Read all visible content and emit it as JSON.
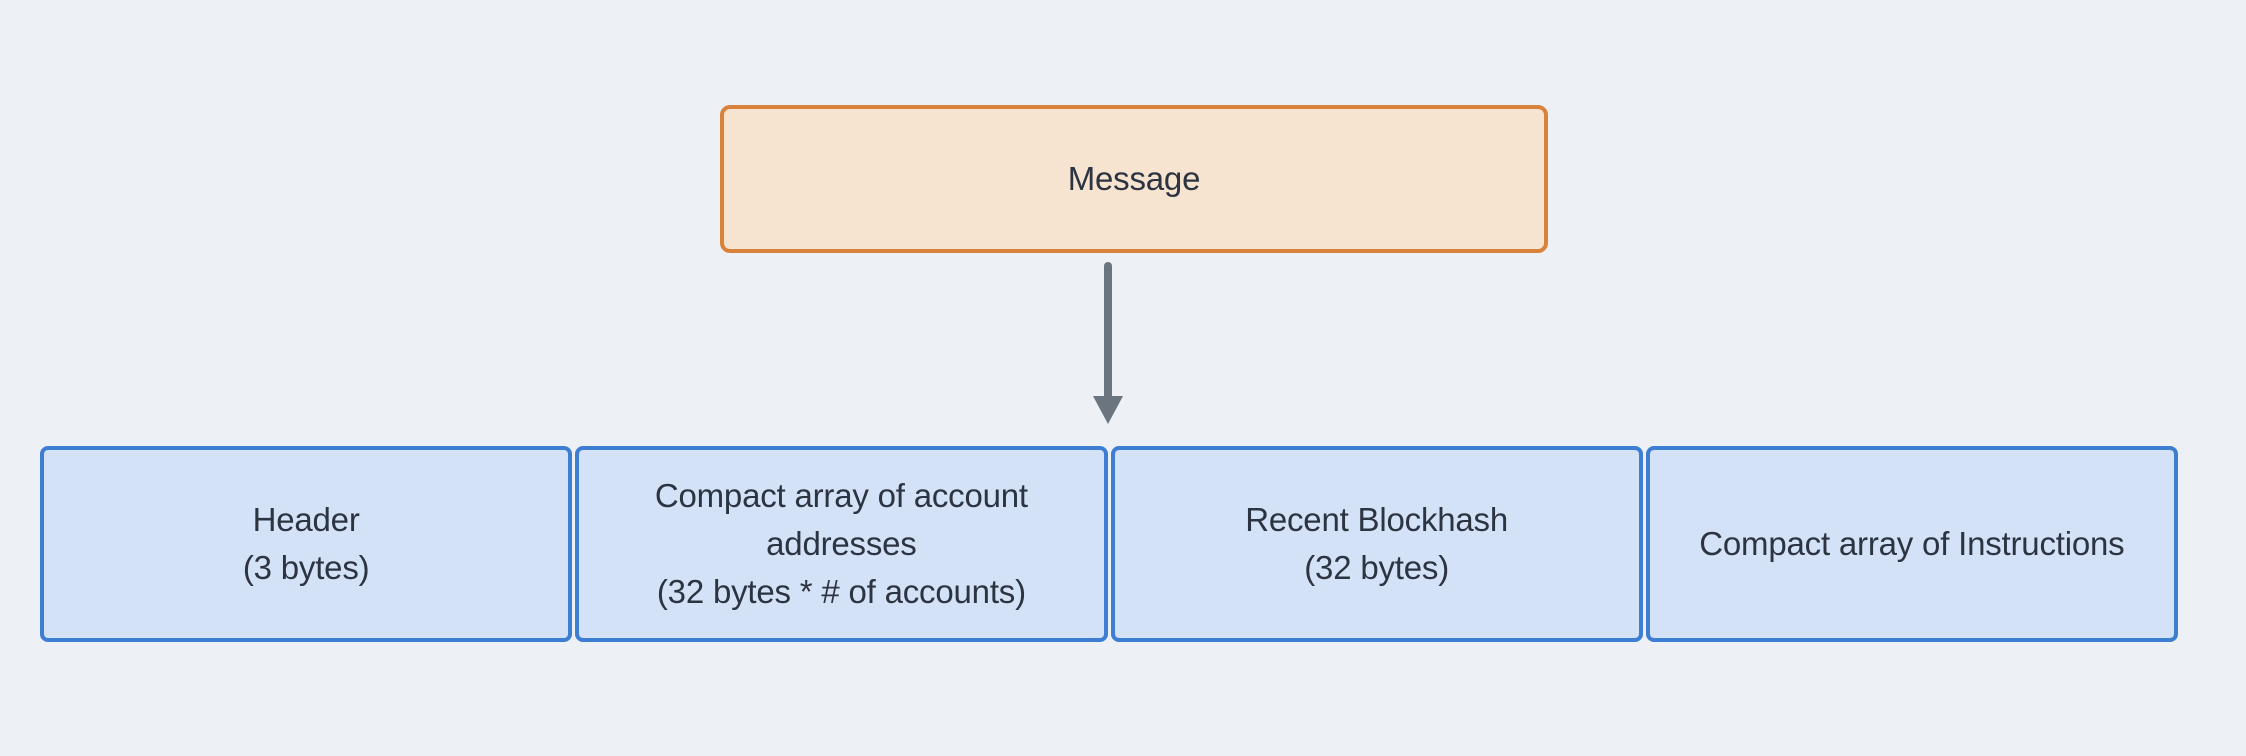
{
  "diagram": {
    "title_box": {
      "label": "Message"
    },
    "arrow": {
      "direction": "down",
      "from": "Message",
      "to": "segment-row"
    },
    "segments": [
      {
        "name": "header",
        "line1": "Header",
        "line2": "(3 bytes)"
      },
      {
        "name": "account-addresses",
        "line1": "Compact array of account",
        "line2": "addresses",
        "line3": "(32 bytes * # of accounts)"
      },
      {
        "name": "recent-blockhash",
        "line1": "Recent Blockhash",
        "line2": "(32 bytes)"
      },
      {
        "name": "instructions",
        "line1": "Compact array of Instructions"
      }
    ],
    "colors": {
      "background": "#edf1f5",
      "message_fill": "#f6e3d0",
      "message_border": "#d9823c",
      "segment_fill": "#d3e2f6",
      "segment_border": "#3d7ed2",
      "arrow": "#6b7580",
      "text": "#2c3441"
    }
  }
}
